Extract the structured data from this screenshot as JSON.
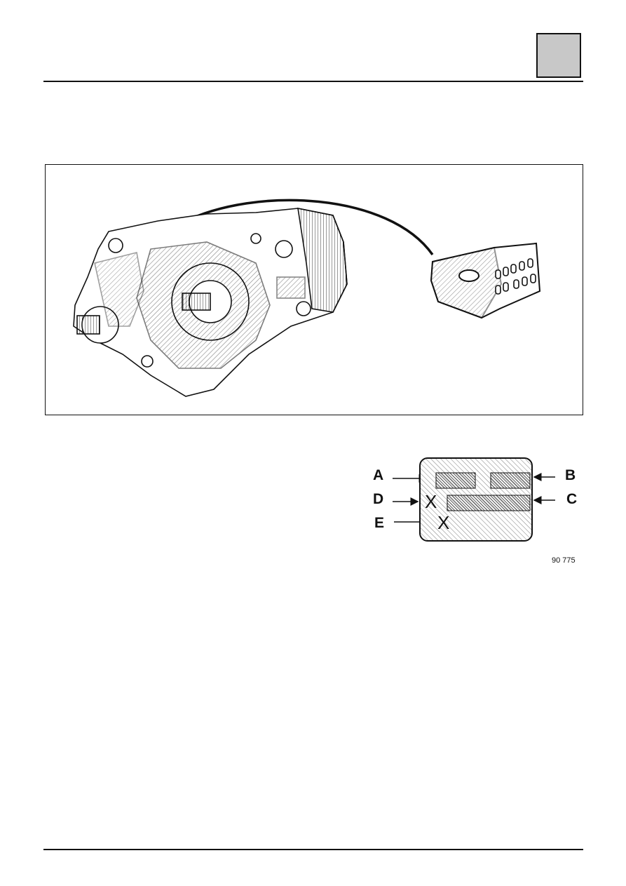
{
  "callouts": {
    "a": "A",
    "b": "B",
    "c": "C",
    "d": "D",
    "e": "E"
  },
  "plate": {
    "mark_d": "X",
    "mark_e": "X"
  },
  "figure_ref": "90 775",
  "colors": {
    "ink": "#111111",
    "tab_fill": "#c8c8c8"
  }
}
